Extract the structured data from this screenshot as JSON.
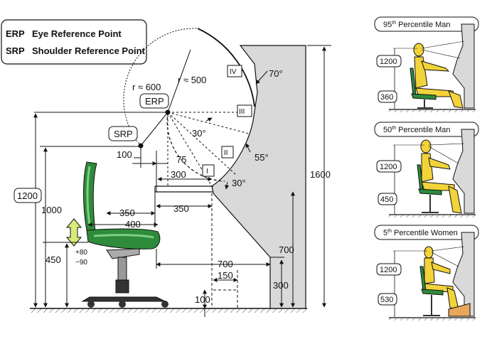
{
  "legend": {
    "erp_abbr": "ERP",
    "erp_text": "Eye Reference Point",
    "srp_abbr": "SRP",
    "srp_text": "Shoulder Reference Point"
  },
  "main": {
    "erp_label": "ERP",
    "srp_label": "SRP",
    "r600": "r ≈ 600",
    "r500": "r ≈ 500",
    "zone1": "I",
    "zone2": "II",
    "zone3": "III",
    "zone4": "IV",
    "angle30a": "30°",
    "angle30b": "30°",
    "angle55": "55°",
    "angle70": "70°",
    "d100": "100",
    "d75": "75",
    "d300": "300",
    "d350a": "350",
    "d350b": "350",
    "d400": "400",
    "d1200": "1200",
    "d1000": "1000",
    "d450": "450",
    "adj_plus": "+80",
    "adj_minus": "−90",
    "d700a": "700",
    "d700b": "700",
    "d150": "150",
    "d100b": "100",
    "d300b": "300",
    "d1600": "1600"
  },
  "panels": [
    {
      "title_pre": "95",
      "title_sup": "th",
      "title_post": " Percentile Man",
      "dim_a": "1200",
      "dim_b": "360"
    },
    {
      "title_pre": "50",
      "title_sup": "th",
      "title_post": " Percentile Man",
      "dim_a": "1200",
      "dim_b": "450"
    },
    {
      "title_pre": "5",
      "title_sup": "th",
      "title_post": " Percentile Women",
      "dim_a": "1200",
      "dim_b": "530"
    }
  ],
  "colors": {
    "console": "#d9d9d9",
    "chair_green": "#2e8b3a",
    "chair_light": "#7ccf7f",
    "figure_yellow": "#f3d33a",
    "adjust_arrow": "#d8ec7a",
    "footrest": "#e8a75a"
  }
}
